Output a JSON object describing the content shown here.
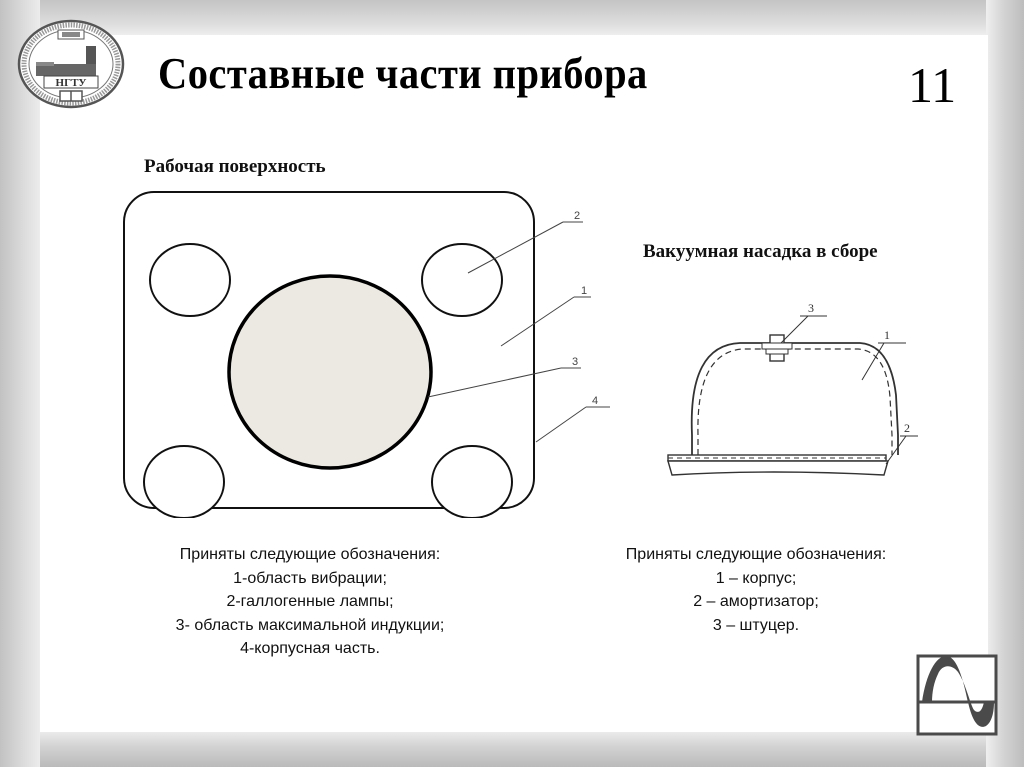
{
  "slide": {
    "title": "Составные части прибора",
    "page_number": "11",
    "logo": {
      "icon": "university-seal-icon",
      "text": "НГТУ"
    },
    "corner_logo": {
      "icon": "sine-wave-logo-icon"
    }
  },
  "left_panel": {
    "subtitle": "Рабочая поверхность",
    "callouts": [
      "2",
      "1",
      "3",
      "4"
    ],
    "legend": {
      "heading": "Приняты следующие обозначения:",
      "items": [
        "1-область вибрации;",
        "2-галлогенные лампы;",
        "3- область максимальной индукции;",
        "4-корпусная часть."
      ]
    }
  },
  "right_panel": {
    "subtitle": "Вакуумная насадка в сборе",
    "callouts": [
      "3",
      "1",
      "2"
    ],
    "legend": {
      "heading": "Приняты следующие обозначения:",
      "items": [
        "1 – корпус;",
        "2 – амортизатор;",
        "3 – штуцер."
      ]
    }
  },
  "colors": {
    "frame_gray": "#d2d2d2",
    "background": "#ffffff",
    "central_circle_fill": "#ebe9e1",
    "corner_logo_fill": "#4a4a4a"
  }
}
